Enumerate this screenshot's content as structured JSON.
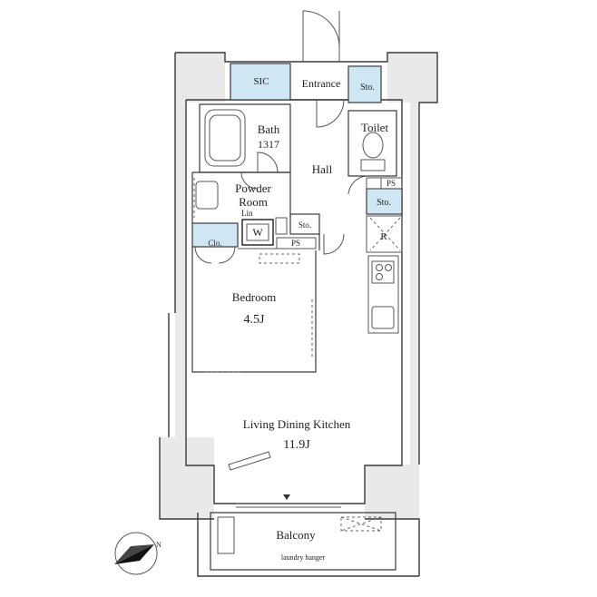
{
  "rooms": {
    "sic": "SIC",
    "entrance": "Entrance",
    "sto_entrance": "Sto.",
    "bath": "Bath",
    "bath_size": "1317",
    "toilet": "Toilet",
    "hall": "Hall",
    "powder_room_1": "Powder",
    "powder_room_2": "Room",
    "lin": "Lin",
    "washer": "W",
    "sto_small": "Sto.",
    "ps_1": "PS",
    "ps_2": "PS",
    "sto_hall": "Sto.",
    "refrigerator": "R",
    "clo": "Clo.",
    "bedroom": "Bedroom",
    "bedroom_size": "4.5J",
    "ldk": "Living Dining Kitchen",
    "ldk_size": "11.9J",
    "balcony": "Balcony",
    "laundry_hanger": "laundry hanger",
    "north_marker": "N"
  },
  "colors": {
    "storage_fill": "#cfe6f5",
    "wall_fill": "#e9e9e9",
    "line": "#3a3a3a"
  },
  "icons": [
    "compass-north-icon",
    "door-swing-icon",
    "bathtub-icon",
    "toilet-icon",
    "washbasin-icon",
    "stove-icon",
    "sink-icon",
    "washer-icon"
  ]
}
